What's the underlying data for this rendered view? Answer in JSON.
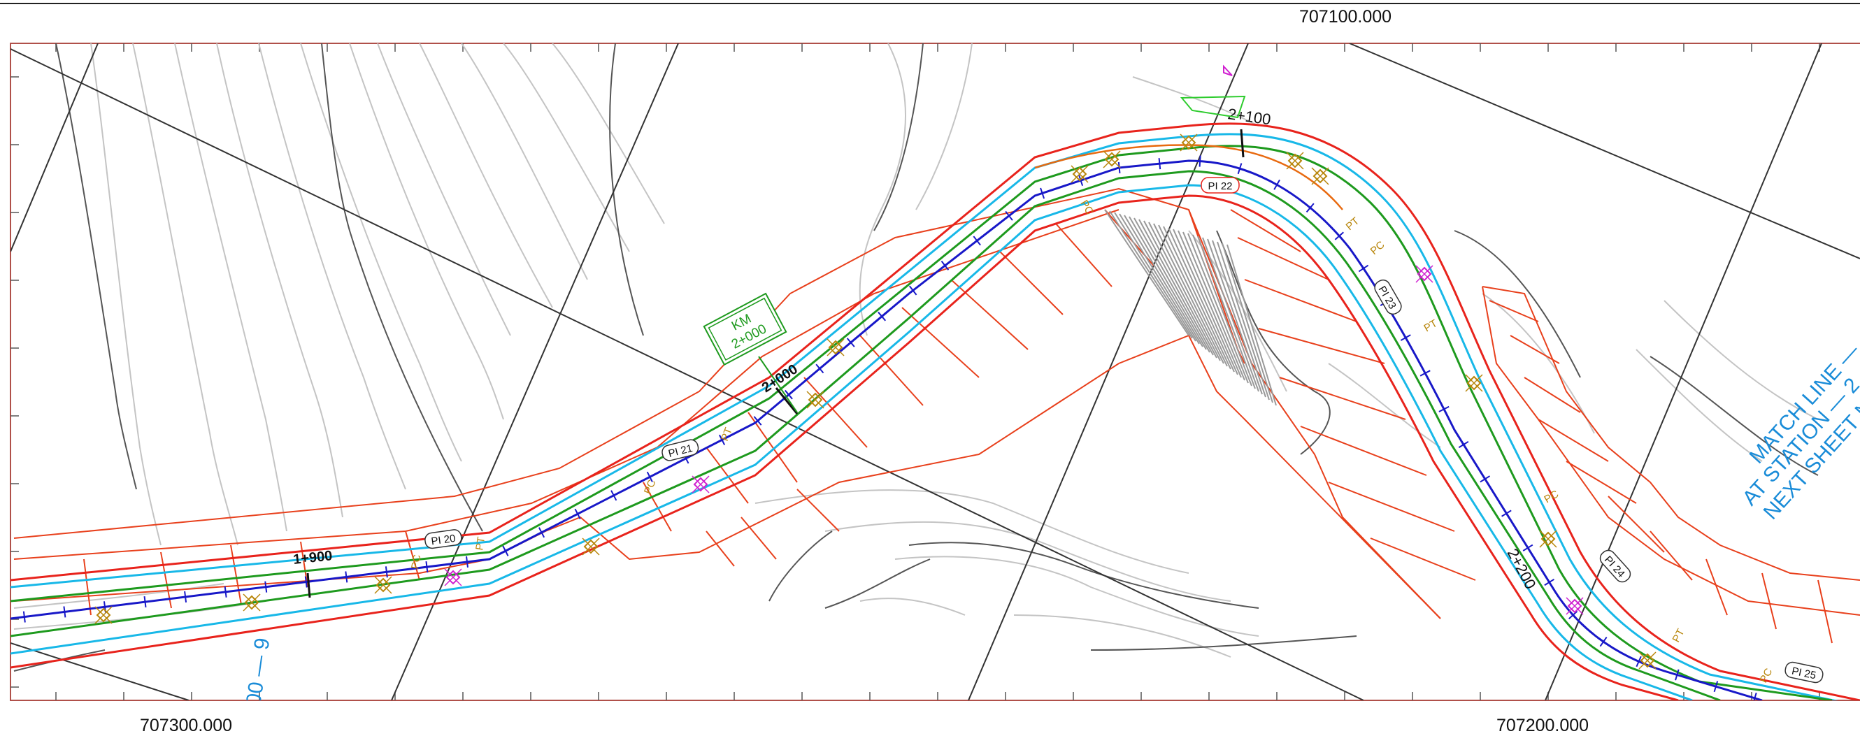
{
  "coordinates": {
    "top": "707100.000",
    "bottom_left": "707300.000",
    "bottom_right": "707200.000"
  },
  "stations": {
    "s1900": "1+900",
    "s2000": "2+000",
    "s2100": "2+100",
    "s2200": "2+200"
  },
  "km_marker": {
    "line1": "KM",
    "line2": "2+000"
  },
  "pi_labels": {
    "pi20": "PI 20",
    "pi21": "PI 21",
    "pi22": "PI 22",
    "pi23": "PI 23",
    "pi24": "PI 24",
    "pi25": "PI 25"
  },
  "curve_labels": {
    "pc": "PC",
    "pt": "PT"
  },
  "match_line": {
    "line1": "MATCH LINE —",
    "line2": "AT STATION — 2",
    "line3": "NEXT SHEET N"
  },
  "left_fragment": "00 — 9",
  "colors": {
    "frame": "#b0504a",
    "red": "#e8231c",
    "cyan": "#18b8e8",
    "green": "#1e9a1e",
    "blue": "#1818c8",
    "orange": "#e86a10",
    "brown": "#b8860b",
    "magenta": "#d020d0",
    "terrain": "#bdbdbd",
    "terrain_dark": "#555555",
    "match_blue": "#1a8cd8"
  }
}
